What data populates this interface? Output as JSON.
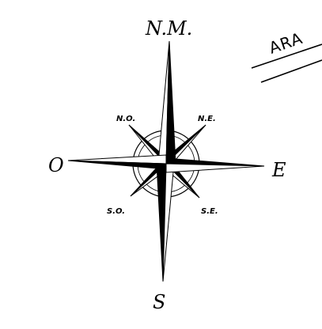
{
  "compass": {
    "north": "N.M.",
    "south": "S",
    "east": "E",
    "west": "O",
    "northeast": "N.E.",
    "northwest": "N.O.",
    "southeast": "S.E.",
    "southwest": "S.O."
  },
  "road": {
    "label": "ARA"
  },
  "colors": {
    "ink": "#000000",
    "paper": "#ffffff"
  }
}
